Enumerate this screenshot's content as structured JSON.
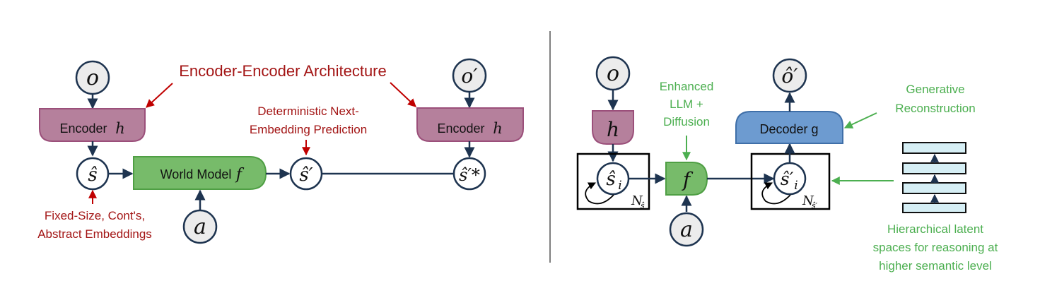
{
  "left_panel": {
    "title_annotation": "Encoder-Encoder Architecture",
    "prediction_annotation": [
      "Deterministic Next-",
      "Embedding Prediction"
    ],
    "embedding_annotation": [
      "Fixed-Size, Cont's,",
      "Abstract Embeddings"
    ],
    "nodes": {
      "o": "o",
      "o_prime": "o′",
      "s_hat": "ŝ",
      "s_hat_prime": "ŝ′",
      "s_hat_prime_star": "ŝ′*",
      "a": "a"
    },
    "encoder_left_label": "Encoder",
    "encoder_left_var": "h",
    "encoder_right_label": "Encoder",
    "encoder_right_var": "h",
    "world_model_label": "World Model",
    "world_model_var": "f"
  },
  "right_panel": {
    "llm_annotation": [
      "Enhanced",
      "LLM +",
      "Diffusion"
    ],
    "generative_annotation": [
      "Generative",
      "Reconstruction"
    ],
    "hierarchy_annotation": [
      "Hierarchical latent",
      "spaces for reasoning at",
      "higher semantic level"
    ],
    "nodes": {
      "o": "o",
      "o_hat_prime": "ô′",
      "s_hat_i": "ŝ",
      "s_hat_i_sub": "i",
      "s_hat_i_prime": "ŝ′",
      "s_hat_i_prime_sub": "i",
      "a": "a"
    },
    "encoder_var": "h",
    "f_var": "f",
    "decoder_label": "Decoder g",
    "plate_left_label": "N",
    "plate_left_sub": "ŝ",
    "plate_right_label": "N",
    "plate_right_sub": "ŝ′"
  },
  "colors": {
    "encoder_fill": "#b5809c",
    "encoder_stroke": "#9b4f7a",
    "world_model_fill": "#77bb6a",
    "world_model_stroke": "#4f9f44",
    "decoder_fill": "#6d9bd0",
    "decoder_stroke": "#3f6fa8",
    "node_fill_input": "#ececec",
    "node_stroke": "#1e3450",
    "annotation_red": "#a31515",
    "annotation_green": "#4caf50",
    "latent_fill": "#d6eff5"
  }
}
